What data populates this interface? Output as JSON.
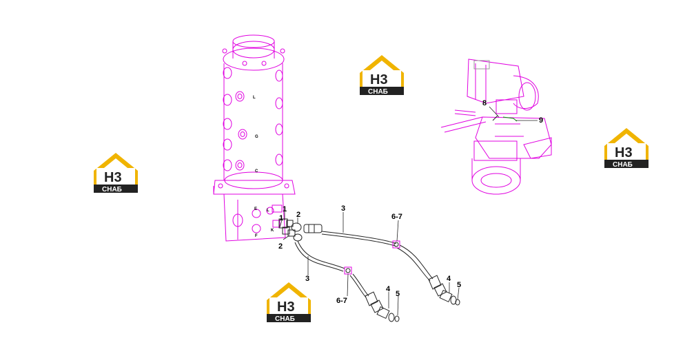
{
  "colors": {
    "line": "#e000e0",
    "hose": "#222222",
    "brand_yellow": "#f0b400",
    "brand_dark": "#222222"
  },
  "watermark": {
    "big": "H3",
    "small": "СНАБ"
  },
  "port_labels": [
    "L",
    "G",
    "C",
    "E",
    "L",
    "K",
    "F"
  ],
  "callouts": {
    "c1a": "1",
    "c1b": "1",
    "c2a": "2",
    "c2b": "2",
    "c3a": "3",
    "c3b": "3",
    "c4a": "4",
    "c4b": "4",
    "c5a": "5",
    "c5b": "5",
    "c67a": "6-7",
    "c67b": "6-7",
    "c8": "8",
    "c9": "9"
  }
}
